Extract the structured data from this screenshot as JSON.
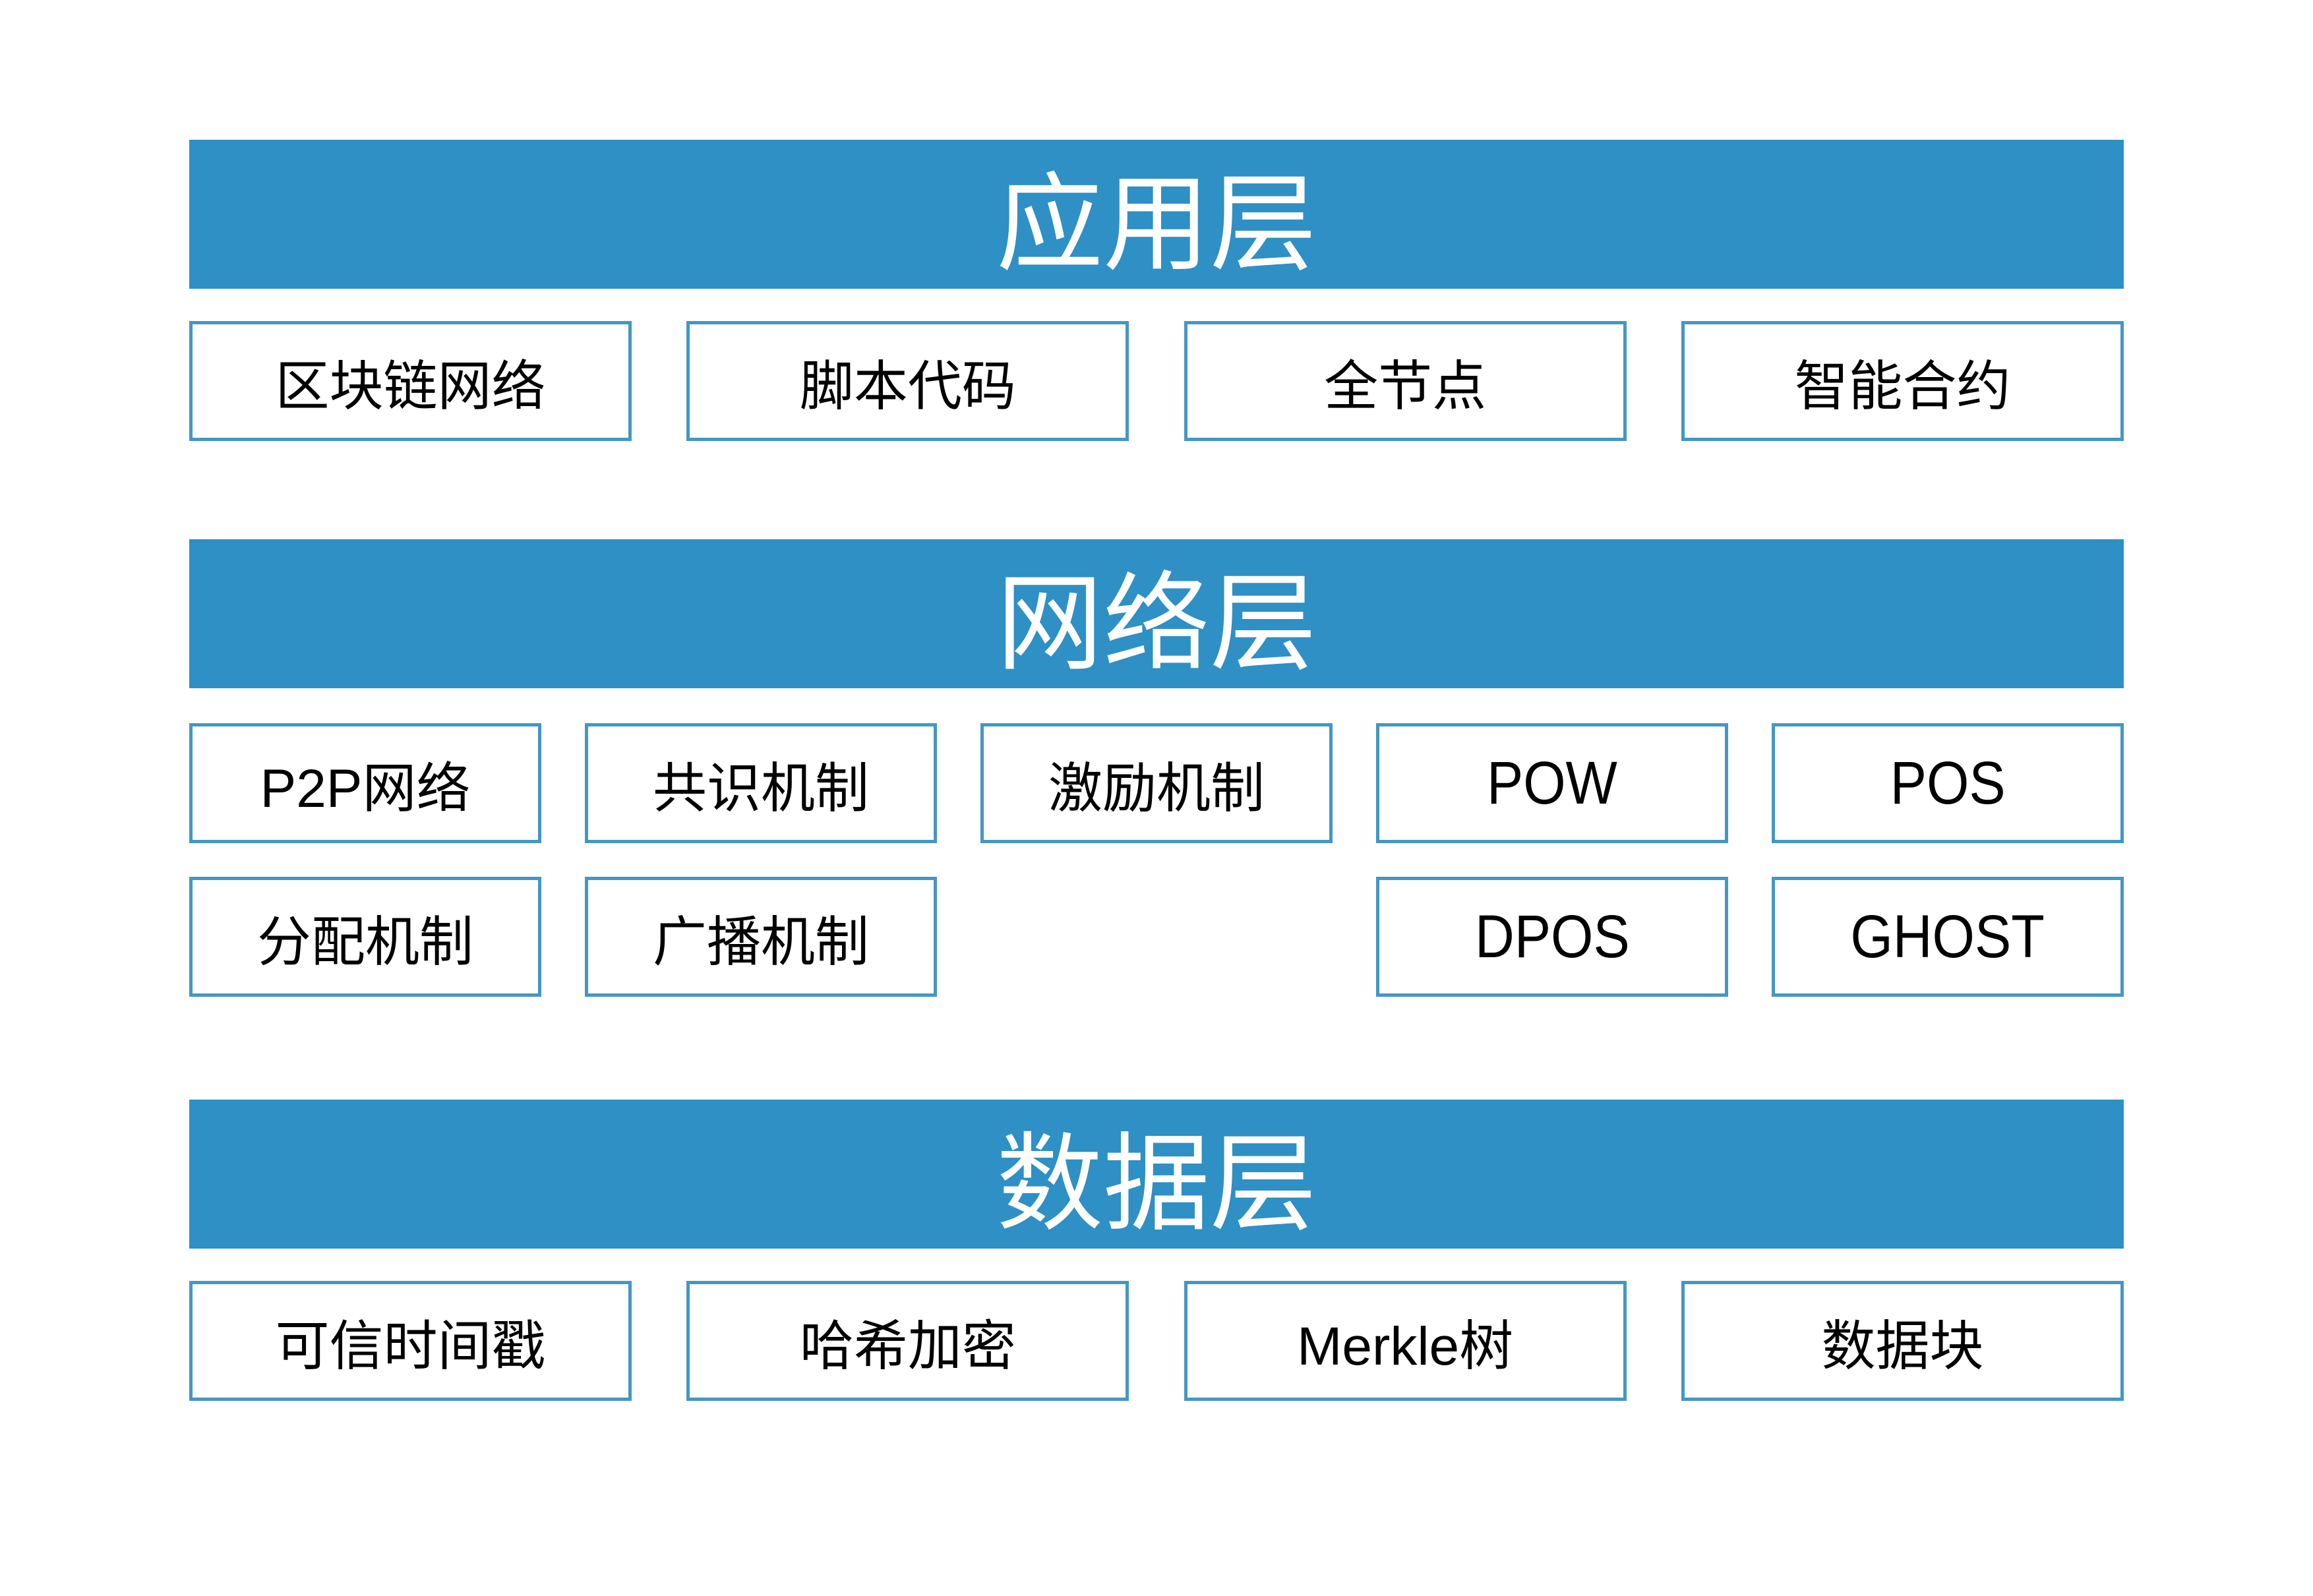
{
  "colors": {
    "bar_fill": "#2E90C4",
    "bar_text": "#FFFFFF",
    "box_border": "#4497C4",
    "box_text": "#000000",
    "background": "#FFFFFF"
  },
  "layers": [
    {
      "title": "应用层",
      "boxes": [
        "区块链网络",
        "脚本代码",
        "全节点",
        "智能合约"
      ]
    },
    {
      "title": "网络层",
      "boxes_row1": [
        "P2P网络",
        "共识机制",
        "激励机制",
        "POW",
        "POS"
      ],
      "boxes_row2": [
        "分配机制",
        "广播机制",
        "DPOS",
        "GHOST"
      ]
    },
    {
      "title": "数据层",
      "boxes": [
        "可信时间戳",
        "哈希加密",
        "Merkle树",
        "数据块"
      ]
    }
  ]
}
